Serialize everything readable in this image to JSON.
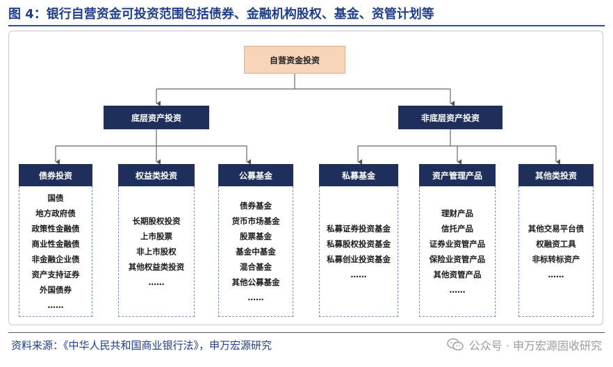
{
  "figure_title": "图 4：银行自营资金可投资范围包括债券、金融机构股权、基金、资管计划等",
  "root": "自营资金投资",
  "branches": [
    {
      "label": "底层资产投资",
      "categories": [
        {
          "label": "债券投资",
          "items": [
            "国债",
            "地方政府债",
            "政策性金融债",
            "商业性金融债",
            "非金融企业债",
            "资产支持证券",
            "外国债券",
            "……"
          ]
        },
        {
          "label": "权益类投资",
          "items": [
            "长期股权投资",
            "上市股票",
            "非上市股权",
            "其他权益类投资",
            "……"
          ]
        },
        {
          "label": "公募基金",
          "items": [
            "债券基金",
            "货币市场基金",
            "股票基金",
            "基金中基金",
            "混合基金",
            "其他公募基金",
            "……"
          ]
        }
      ]
    },
    {
      "label": "非底层资产投资",
      "categories": [
        {
          "label": "私募基金",
          "items": [
            "私募证券投资基金",
            "私募股权投资基金",
            "私募创业投资基金",
            "……"
          ]
        },
        {
          "label": "资产管理产品",
          "items": [
            "理财产品",
            "信托产品",
            "证券业资管产品",
            "保险业资管产品",
            "其他资管产品",
            "……"
          ]
        },
        {
          "label": "其他类投资",
          "items": [
            "其他交易平台债",
            "权融资工具",
            "非标转标资产",
            "……"
          ]
        }
      ]
    }
  ],
  "source": "资料来源：《中华人民共和国商业银行法》，申万宏源研究",
  "watermark": "公众号 · 申万宏源固收研究",
  "colors": {
    "title": "#1f3e8a",
    "node_dark": "#1e2f5c",
    "node_root": "#f8d5b8",
    "box_border": "#7a8fc2"
  }
}
